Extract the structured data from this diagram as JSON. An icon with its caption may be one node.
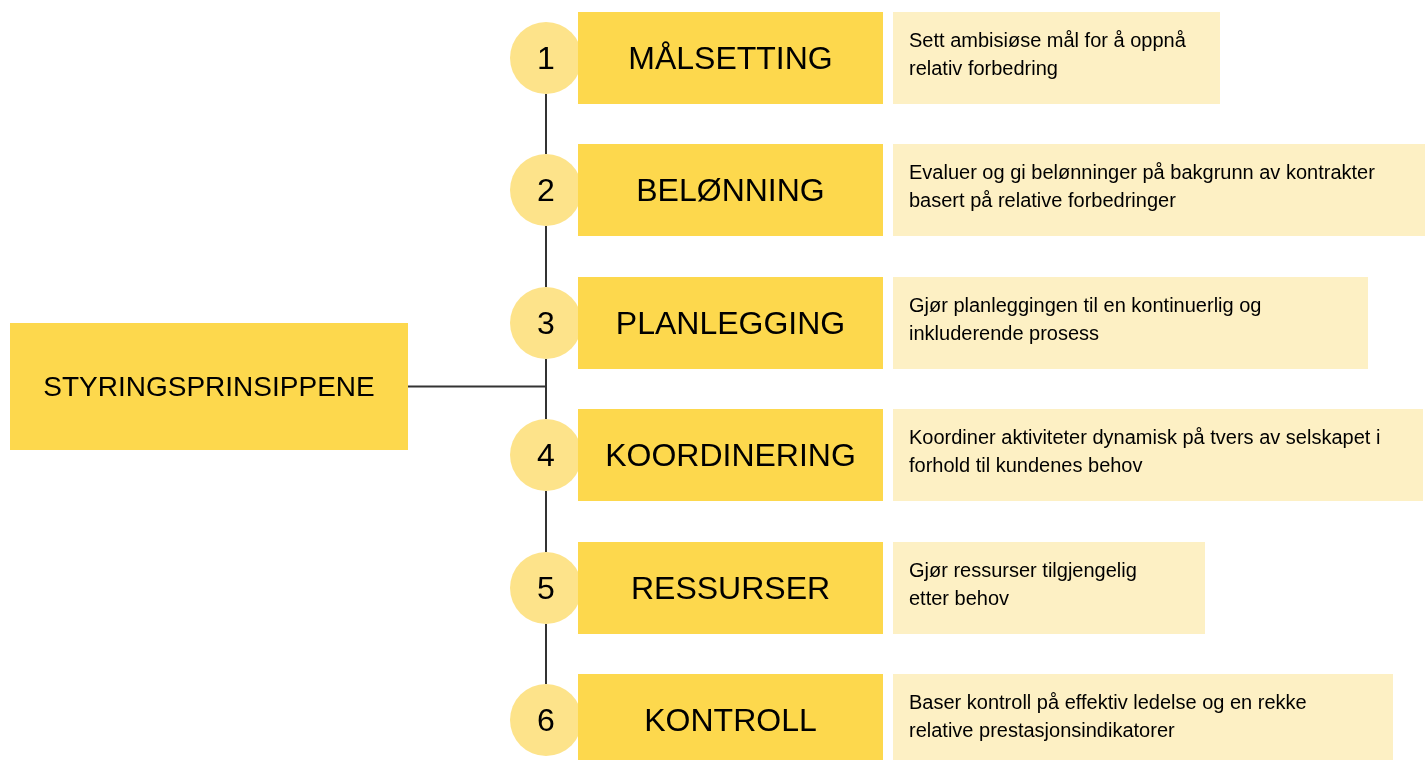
{
  "diagram": {
    "nodes": [
      {
        "text": [
          "STYRINGSPRINSIPPENE"
        ]
      },
      {
        "text": [
          "1"
        ]
      },
      {
        "text": [
          "MÅLSETTING"
        ]
      },
      {
        "text": [
          "Sett ambisiøse mål for å oppnå relativ forbedring"
        ]
      },
      {
        "text": [
          "2"
        ]
      },
      {
        "text": [
          "BELØNNING"
        ]
      },
      {
        "text": [
          "Evaluer og gi belønninger på bakgrunn av kontrakter basert på relative forbedringer"
        ]
      },
      {
        "text": [
          "3"
        ]
      },
      {
        "text": [
          "PLANLEGGING"
        ]
      },
      {
        "text": [
          "Gjør planleggingen til en kontinuerlig og inkluderende prosess"
        ]
      },
      {
        "text": [
          "4"
        ]
      },
      {
        "text": [
          "KOORDINERING"
        ]
      },
      {
        "text": [
          "Koordiner aktiviteter dynamisk på tvers av selskapet i forhold til kundenes behov"
        ]
      },
      {
        "text": [
          "5"
        ]
      },
      {
        "text": [
          "RESSURSER"
        ]
      },
      {
        "text": [
          "Gjør ressurser tilgjengelig etter behov"
        ]
      },
      {
        "text": [
          "6"
        ]
      },
      {
        "text": [
          "KONTROLL"
        ]
      },
      {
        "text": [
          "Baser kontroll på effektiv ledelse og en rekke relative prestasjonsindikatorer"
        ]
      }
    ],
    "edges": [
      {
        "from": 0,
        "to": null,
        "arrow": "none"
      },
      {
        "from": 1,
        "to": 4,
        "arrow": "none"
      },
      {
        "from": 4,
        "to": 7,
        "arrow": "none"
      },
      {
        "from": 7,
        "to": 10,
        "arrow": "none"
      },
      {
        "from": 10,
        "to": 13,
        "arrow": "none"
      },
      {
        "from": 13,
        "to": 16,
        "arrow": "none"
      }
    ]
  }
}
